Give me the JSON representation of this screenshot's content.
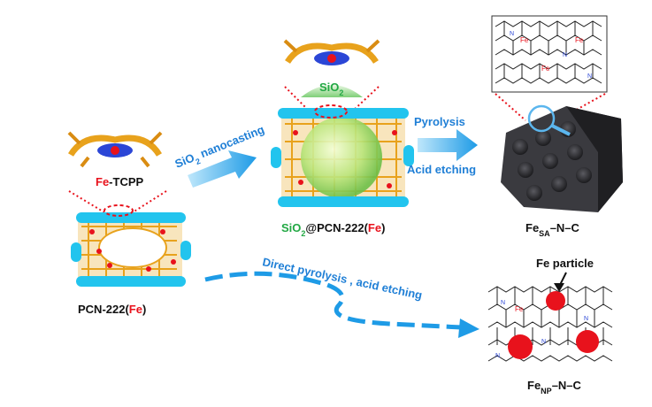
{
  "labels": {
    "fe_tcpp_fe": "Fe",
    "fe_tcpp_rest": "-TCPP",
    "pcn_main": "PCN-222(",
    "pcn_fe": "Fe",
    "pcn_close": ")",
    "sio2_top_main": "SiO",
    "sio2_top_sub": "2",
    "composite_sio": "SiO",
    "composite_sub": "2",
    "composite_mid": "@PCN-222(",
    "composite_fe": "Fe",
    "composite_close": ")",
    "fesa_main": "Fe",
    "fesa_sub": "SA",
    "fesa_rest": "–N–C",
    "fenp_main": "Fe",
    "fenp_sub": "NP",
    "fenp_rest": "–N–C",
    "fe_particle": "Fe particle",
    "lattice_fe": "Fe",
    "lattice_n": "N"
  },
  "processes": {
    "nanocasting_main": "SiO",
    "nanocasting_sub": "2",
    "nanocasting_rest": " nanocasting",
    "pyrolysis": "Pyrolysis",
    "acid_etching": "Acid etching",
    "direct_route": "Direct pyrolysis , acid etching"
  },
  "colors": {
    "process_blue": "#1f7fd6",
    "fe_red": "#e8121c",
    "sio2_green": "#22a844",
    "mof_cyan": "#22c4ee",
    "linker_gold": "#e8a21c",
    "carbon_black": "#2a2a2e"
  }
}
